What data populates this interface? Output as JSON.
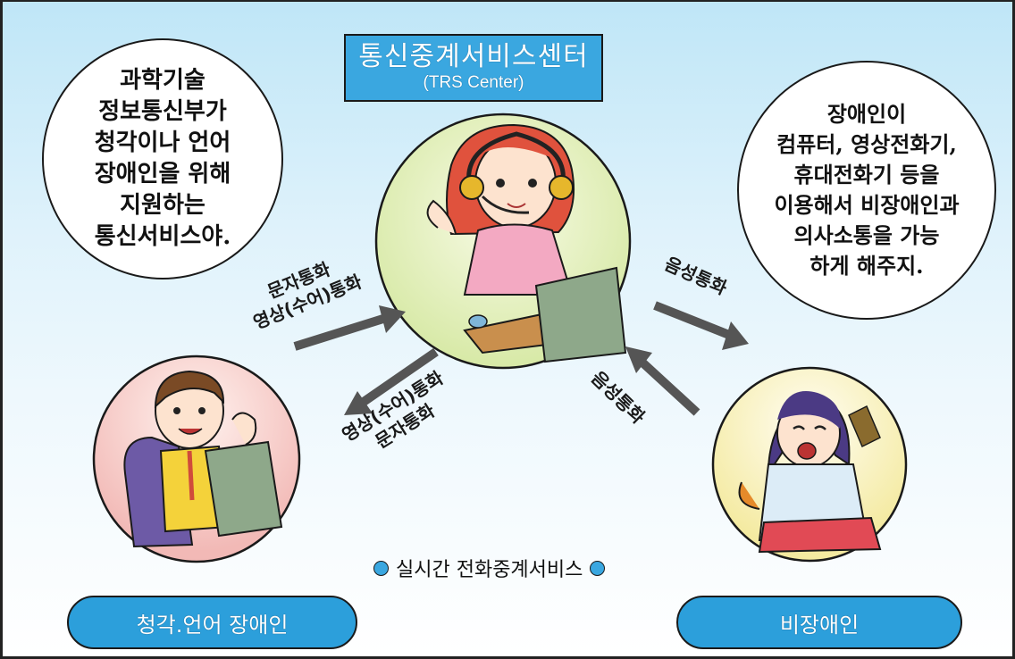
{
  "title": {
    "main": "통신중계서비스센터",
    "sub": "(TRS Center)"
  },
  "bubbles": {
    "left": [
      "과학기술",
      "정보통신부가",
      "청각이나 언어",
      "장애인을 위해",
      "지원하는",
      "통신서비스야."
    ],
    "right": [
      "장애인이",
      "컴퓨터, 영상전화기,",
      "휴대전화기 등을",
      "이용해서 비장애인과",
      "의사소통을 가능",
      "하게 해주지."
    ]
  },
  "arrows": {
    "left_up": [
      "문자통화",
      "영상(수어)통화"
    ],
    "left_down": [
      "영상(수어)통화",
      "문자통화"
    ],
    "right_down": "음성통화",
    "right_up": "음성통화"
  },
  "realtime_label": "실시간 전화중계서비스",
  "parties": {
    "deaf": "청각.언어 장애인",
    "hearing": "비장애인"
  },
  "colors": {
    "accent": "#3aa7e0",
    "pill": "#2c9fdb",
    "sky": "#bfe6f7"
  }
}
